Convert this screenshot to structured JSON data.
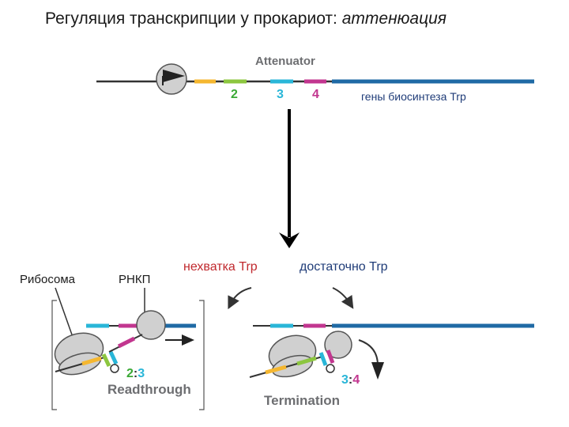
{
  "title": {
    "main": "Регуляция транскрипции у прокариот: ",
    "emphasis": "аттенюация"
  },
  "top": {
    "attenuator_label": "Attenuator",
    "region_2": "2",
    "region_3": "3",
    "region_4": "4",
    "genes_label": "гены биосинтеза Trp"
  },
  "conditions": {
    "low_trp": "нехватка Trp",
    "high_trp": "достаточно Trp"
  },
  "left_labels": {
    "ribosome": "Рибосома",
    "rnap": "РНКП"
  },
  "left_panel": {
    "pairing_a": "2",
    "pairing_sep": ":",
    "pairing_b": "3",
    "outcome": "Readthrough"
  },
  "right_panel": {
    "pairing_a": "3",
    "pairing_sep": ":",
    "pairing_b": "4",
    "outcome": "Termination"
  },
  "colors": {
    "region_1": "#f5b730",
    "region_2": "#8cc63f",
    "region_3": "#29b6d8",
    "region_4": "#c2368f",
    "dna_genes": "#1f6aa5",
    "dna": "#333333",
    "low_trp_text": "#c0282d",
    "high_trp_text": "#1f3c78",
    "label_gray": "#6d6e71",
    "polymerase_fill": "#d0d0d0"
  }
}
